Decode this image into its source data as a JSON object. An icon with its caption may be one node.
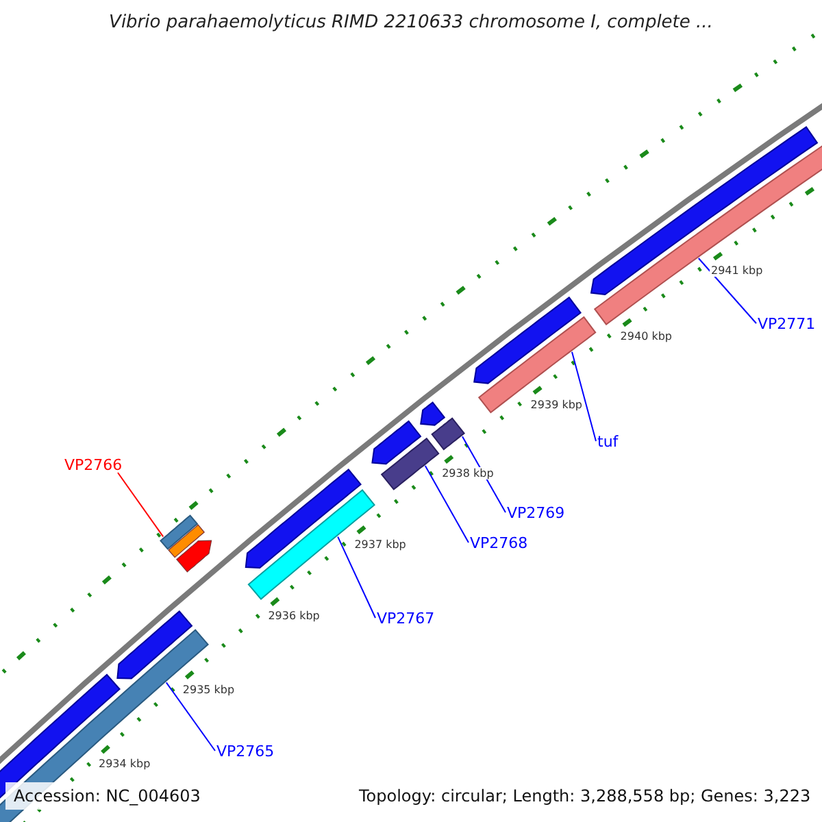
{
  "diagram": {
    "title": "Vibrio parahaemolyticus RIMD 2210633 chromosome I, complete ...",
    "nodes": [
      {
        "text": [
          "VP2771"
        ]
      },
      {
        "text": [],
        "shape": "bar"
      },
      {
        "text": [
          "tuf"
        ]
      },
      {
        "text": [],
        "shape": "bar"
      },
      {
        "text": [
          "VP2766"
        ]
      },
      {
        "text": [],
        "shape": "bar"
      },
      {
        "text": [
          "VP2769"
        ]
      },
      {
        "text": [],
        "shape": "bar"
      },
      {
        "text": [
          "VP2768"
        ]
      },
      {
        "text": [],
        "shape": "bar"
      },
      {
        "text": [
          "VP2767"
        ]
      },
      {
        "text": [],
        "shape": "bar"
      },
      {
        "text": [
          "VP2765"
        ]
      },
      {
        "text": [],
        "shape": "bar"
      }
    ],
    "edges": [
      {
        "from": 0,
        "to": 1,
        "arrow": "none"
      },
      {
        "from": 2,
        "to": 3,
        "arrow": "none"
      },
      {
        "from": 4,
        "to": 5,
        "arrow": "none",
        "color": "#ff0000"
      },
      {
        "from": 6,
        "to": 7,
        "arrow": "none"
      },
      {
        "from": 8,
        "to": 9,
        "arrow": "none"
      },
      {
        "from": 10,
        "to": 11,
        "arrow": "none"
      },
      {
        "from": 12,
        "to": 13,
        "arrow": "none"
      }
    ],
    "labels": [
      "2941 kbp",
      "2940 kbp",
      "2939 kbp",
      "2938 kbp",
      "2937 kbp",
      "2936 kbp",
      "2935 kbp",
      "2934 kbp",
      "Accession: NC_004603",
      "Topology: circular; Length: 3,288,558 bp; Genes: 3,223"
    ]
  }
}
